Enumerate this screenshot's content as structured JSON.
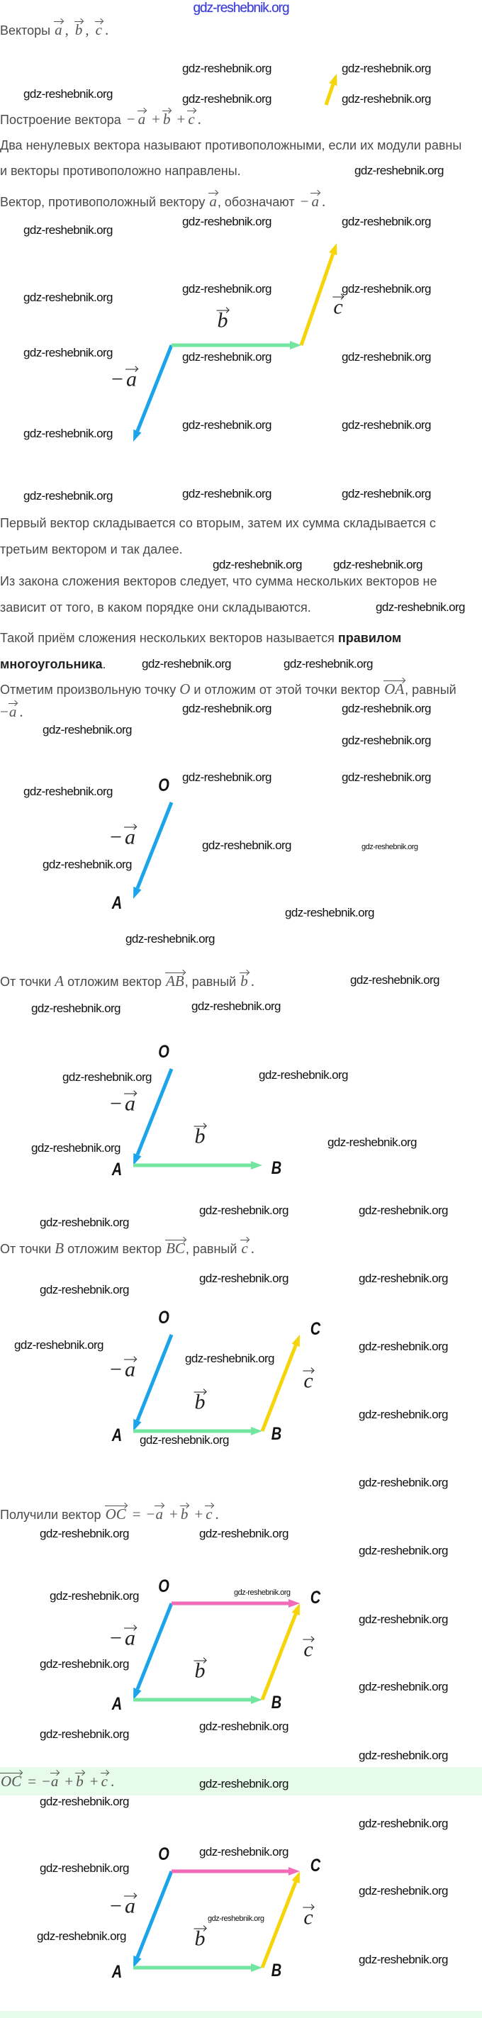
{
  "site_watermark": "gdz-reshebnik.org",
  "watermark": "gdz-reshebnik.org",
  "vectors": {
    "a": "a",
    "b": "b",
    "c": "c",
    "OA": "OA",
    "AB": "AB",
    "BC": "BC",
    "OC": "OC"
  },
  "ops": {
    "minus": "−",
    "plus": "+",
    "equals": "=",
    "comma": ",",
    "period": "."
  },
  "points": {
    "O": "O",
    "A": "A",
    "B": "B",
    "C": "C"
  },
  "text": {
    "vectors_intro": "Векторы",
    "construction": "Построение вектора",
    "def_line1": "Два ненулевых вектора называют противоположными, если их модули равны",
    "def_line2": "и векторы противоположно направлены.",
    "opposite_pre": "Вектор, противоположный вектору",
    "opposite_mid": ", обозначают",
    "rule_line1": "Первый вектор складывается со вторым, затем их сумма складывается с",
    "rule_line2": "третьим вектором и так далее.",
    "law_line1": "Из закона сложения векторов следует, что сумма нескольких векторов не",
    "law_line2": "зависит от того, в каком порядке они складываются.",
    "method_pre": "Такой приём сложения нескольких векторов называется",
    "method_bold1": "правилом",
    "method_bold2": "многоугольника",
    "step1_pre": "Отметим произвольную точку",
    "step1_mid": "и отложим от этой точки вектор",
    "step1_post": ", равный",
    "step2_pre": "От точки",
    "step2_mid": "отложим вектор",
    "step2_post": ", равный",
    "step4_pre": "Получили вектор"
  },
  "colors": {
    "neg_a": "#1ba4ea",
    "b": "#72e6a0",
    "c": "#f6d40a",
    "sum": "#f26bb9",
    "band": "#e6fbea"
  }
}
